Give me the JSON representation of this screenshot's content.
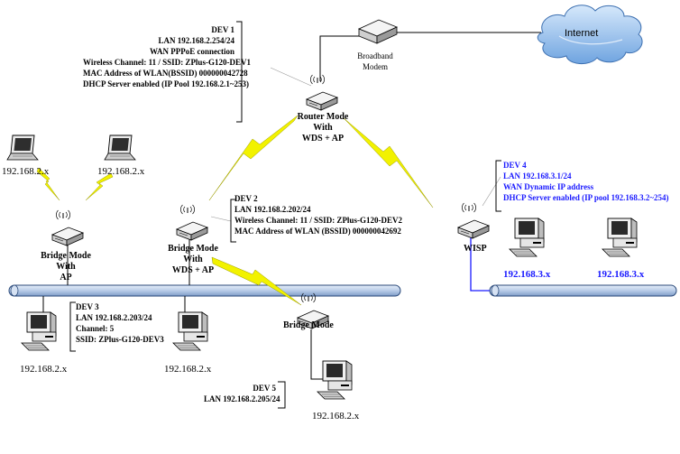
{
  "internet": {
    "label": "Internet"
  },
  "modem": {
    "label_line1": "Broadband",
    "label_line2": "Modem"
  },
  "router": {
    "label_line1": "Router Mode",
    "label_line2": "With",
    "label_line3": "WDS + AP"
  },
  "dev1": {
    "lines": [
      "DEV 1",
      "LAN 192.168.2.254/24",
      "WAN PPPoE connection",
      "Wireless Channel: 11 / SSID: ZPlus-G120-DEV1",
      "MAC Address of WLAN(BSSID) 000000042728",
      "DHCP Server enabled (IP Pool 192.168.2.1~253)"
    ]
  },
  "dev2": {
    "lines": [
      "DEV 2",
      "LAN 192.168.2.202/24",
      "Wireless Channel: 11 / SSID: ZPlus-G120-DEV2",
      "MAC Address of WLAN (BSSID) 000000042692"
    ],
    "label_line1": "Bridge Mode",
    "label_line2": "With",
    "label_line3": "WDS + AP"
  },
  "dev3": {
    "lines": [
      "DEV 3",
      "LAN 192.168.2.203/24",
      "Channel: 5",
      "SSID: ZPlus-G120-DEV3"
    ],
    "label_line1": "Bridge Mode",
    "label_line2": "With",
    "label_line3": "AP"
  },
  "dev4": {
    "lines": [
      "DEV 4",
      "LAN 192.168.3.1/24",
      "WAN Dynamic IP address",
      "DHCP Server enabled (IP pool 192.168.3.2~254)"
    ],
    "label": "WISP"
  },
  "dev5": {
    "lines": [
      "DEV 5",
      "LAN 192.168.2.205/24"
    ],
    "label": "Bridge Mode"
  },
  "hosts": {
    "laptop1": "192.168.2.x",
    "laptop2": "192.168.2.x",
    "pc_dev3_left": "192.168.2.x",
    "pc_dev3_right": "192.168.2.x",
    "pc_dev5": "192.168.2.x",
    "pc_wisp_1": "192.168.3.x",
    "pc_wisp_2": "192.168.3.x"
  },
  "colors": {
    "bus_fill": "#b8cce8",
    "cloud_fill": "#9cc3ef",
    "lightning": "#f2f200",
    "blue_text": "#1a1aff"
  }
}
